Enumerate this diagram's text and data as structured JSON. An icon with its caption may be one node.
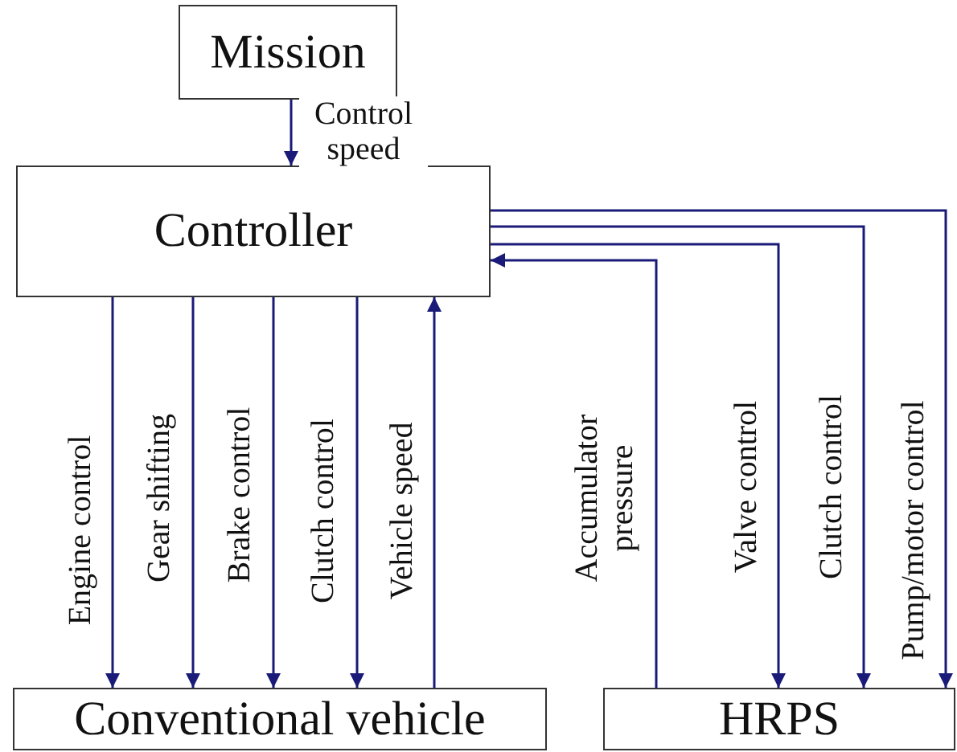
{
  "diagram": {
    "nodes": [
      {
        "text": [
          "Mission"
        ]
      },
      {
        "text": [
          "Controller"
        ]
      },
      {
        "text": [
          "Conventional vehicle"
        ]
      },
      {
        "text": [
          "HRPS"
        ]
      }
    ],
    "edges": [
      {
        "from": 0,
        "to": 1,
        "arrow": "to",
        "label": "Control speed"
      },
      {
        "from": 1,
        "to": 2,
        "arrow": "to",
        "label": "Engine control"
      },
      {
        "from": 1,
        "to": 2,
        "arrow": "to",
        "label": "Gear shifting"
      },
      {
        "from": 1,
        "to": 2,
        "arrow": "to",
        "label": "Brake control"
      },
      {
        "from": 1,
        "to": 2,
        "arrow": "to",
        "label": "Clutch control"
      },
      {
        "from": 2,
        "to": 1,
        "arrow": "to",
        "label": "Vehicle speed"
      },
      {
        "from": 3,
        "to": 1,
        "arrow": "to",
        "label": "Accumulator pressure"
      },
      {
        "from": 1,
        "to": 3,
        "arrow": "to",
        "label": "Valve control"
      },
      {
        "from": 1,
        "to": 3,
        "arrow": "to",
        "label": "Clutch control"
      },
      {
        "from": 1,
        "to": 3,
        "arrow": "to",
        "label": "Pump/motor control"
      }
    ]
  }
}
